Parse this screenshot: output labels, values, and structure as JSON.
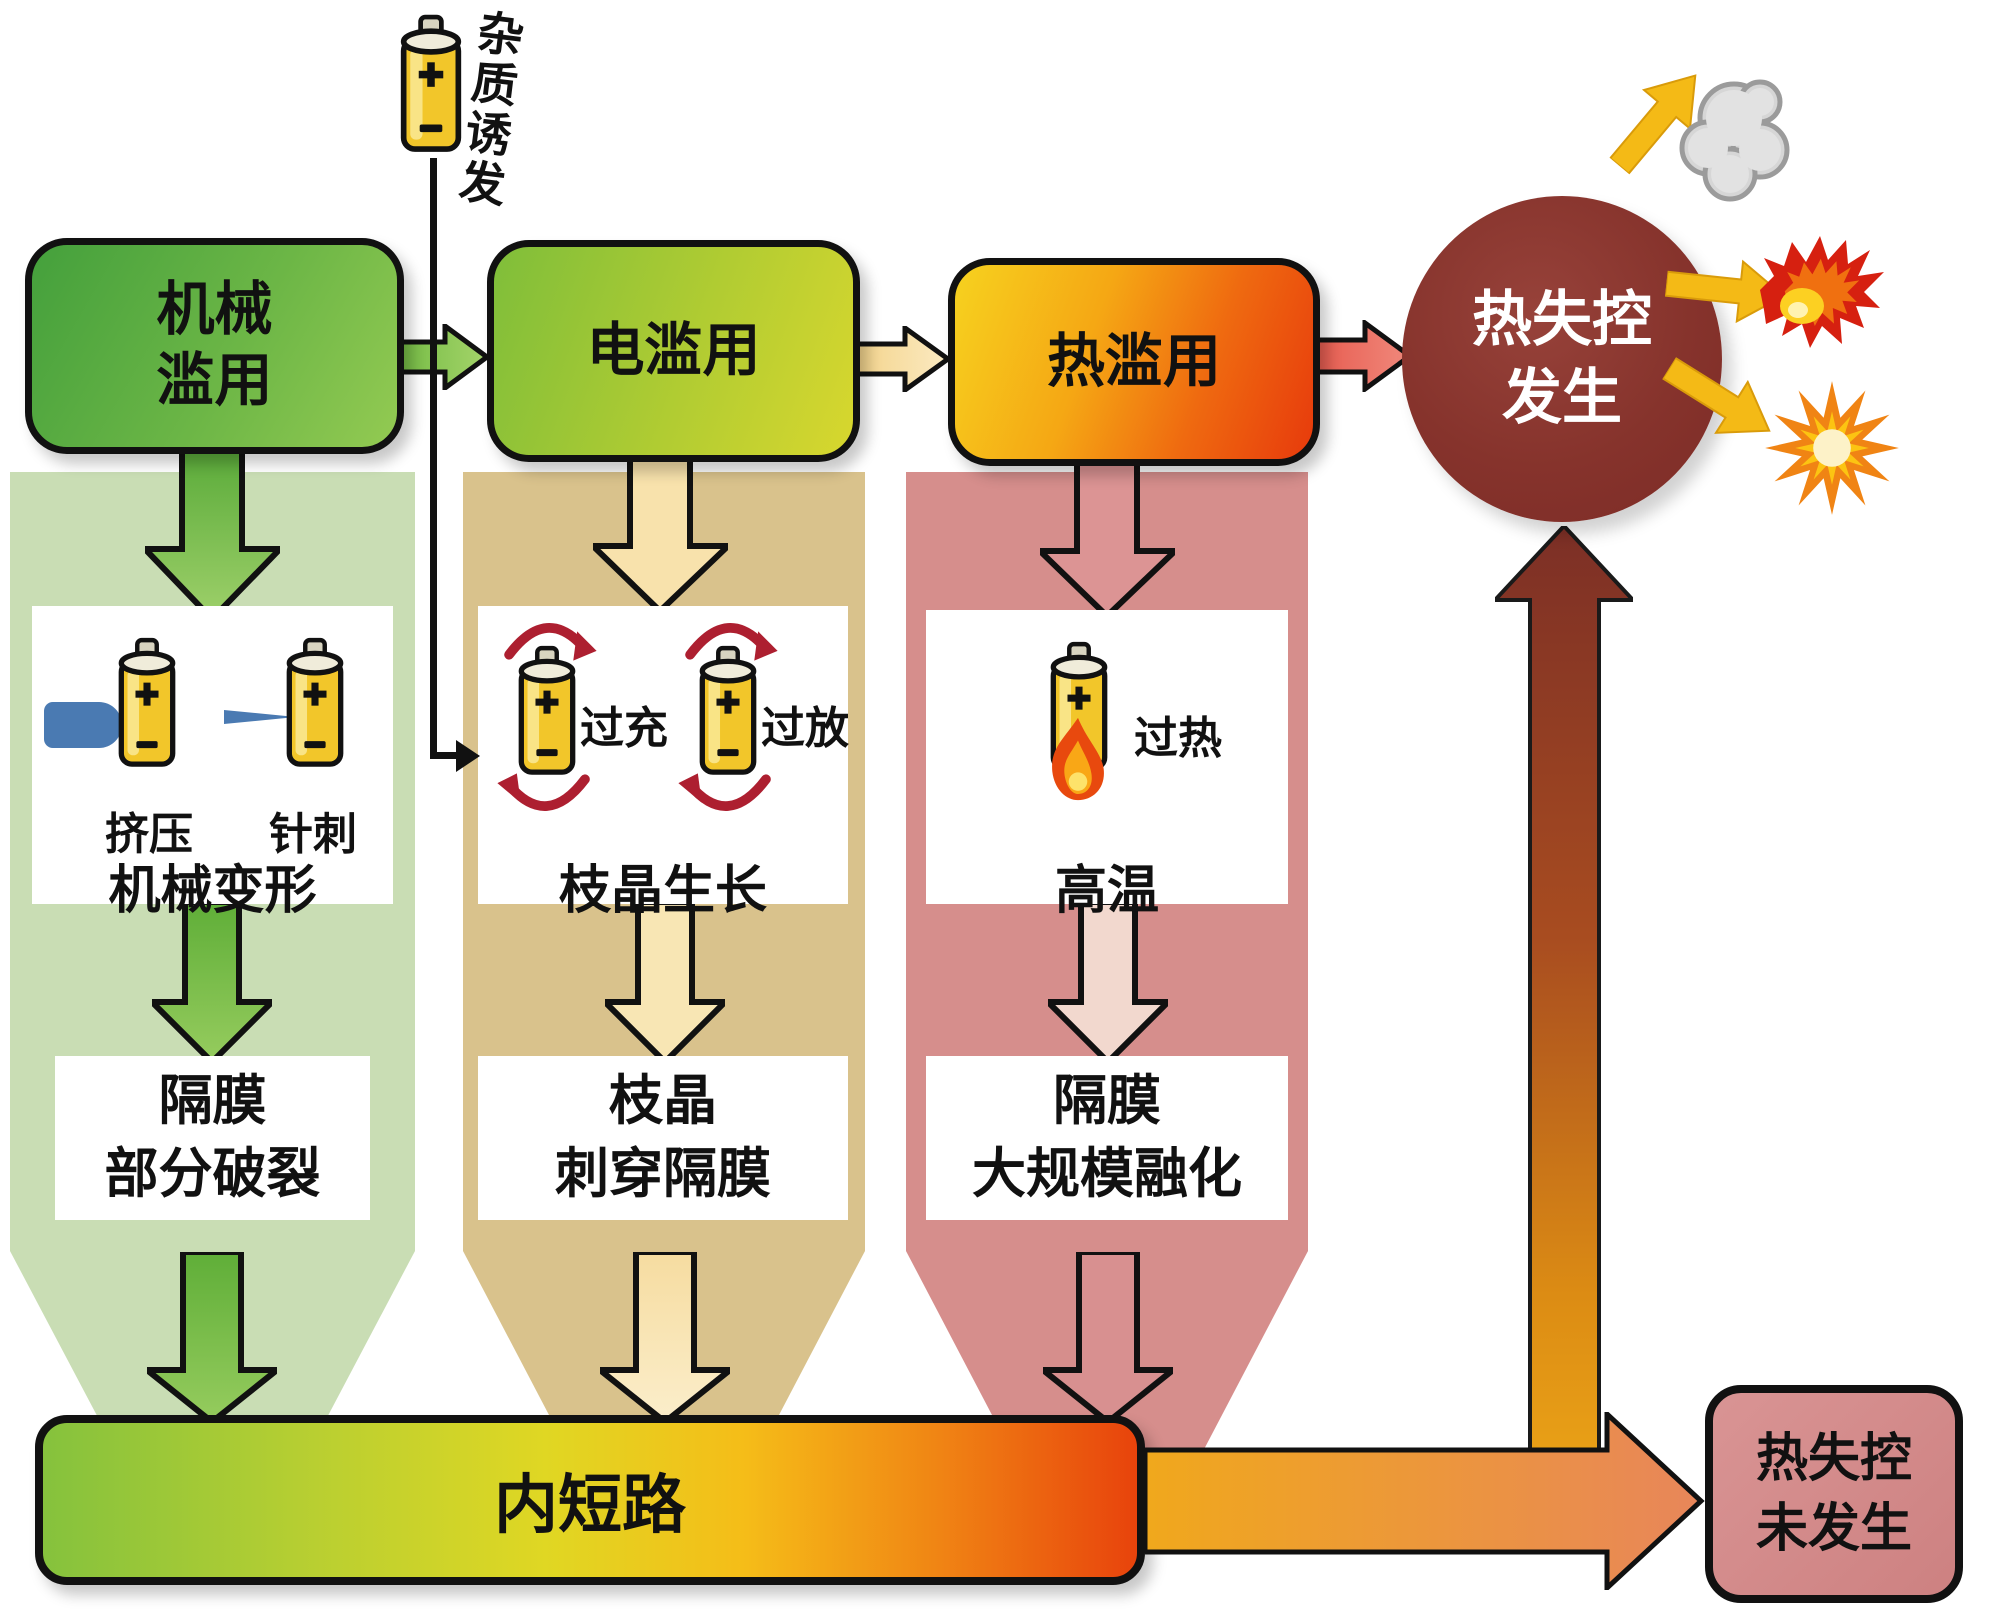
{
  "boxes": {
    "mechanical": {
      "line1": "机械",
      "line2": "滥用"
    },
    "electrical": {
      "label": "电滥用"
    },
    "thermal": {
      "label": "热滥用"
    }
  },
  "trigger": {
    "label": "杂质诱发"
  },
  "thermal_runaway": {
    "line1": "热失控",
    "line2": "发生"
  },
  "no_thermal_runaway": {
    "line1": "热失控",
    "line2": "未发生"
  },
  "internal_short": {
    "label": "内短路"
  },
  "columns": [
    {
      "name": "mechanical-abuse",
      "cell_labels": [
        "挤压",
        "针刺"
      ],
      "step1": "机械变形",
      "step2_line1": "隔膜",
      "step2_line2": "部分破裂"
    },
    {
      "name": "electrical-abuse",
      "cell_labels": [
        "过充",
        "过放"
      ],
      "step1": "枝晶生长",
      "step2_line1": "枝晶",
      "step2_line2": "刺穿隔膜"
    },
    {
      "name": "thermal-abuse",
      "cell_labels": [
        "过热"
      ],
      "step1": "高温",
      "step2_line1": "隔膜",
      "step2_line2": "大规模融化"
    }
  ],
  "icons": {
    "smoke": "smoke-cloud-icon",
    "fire": "fireball-icon",
    "explosion": "explosion-icon",
    "battery": "battery-icon",
    "flame": "flame-icon",
    "crush": "crush-indenter-icon",
    "needle": "needle-icon",
    "rotation": "rotation-arc-icon"
  },
  "colors": {
    "mechanical_box": "#44a03c",
    "electrical_box": "#d8d72e",
    "thermal_box": "#e63b0e",
    "mechanical_column": "#c9ddb4",
    "electrical_column": "#d9c28c",
    "thermal_column": "#d68e8c",
    "runaway_circle": "#7c2b26",
    "no_runaway_box": "#d99494",
    "bar_green": "#85c23d",
    "bar_red": "#e8430c",
    "warning_yellow": "#f4ba16",
    "battery_yellow": "#f2c62a",
    "tool_blue": "#4a7ab2",
    "arc_red": "#ad1f30"
  }
}
